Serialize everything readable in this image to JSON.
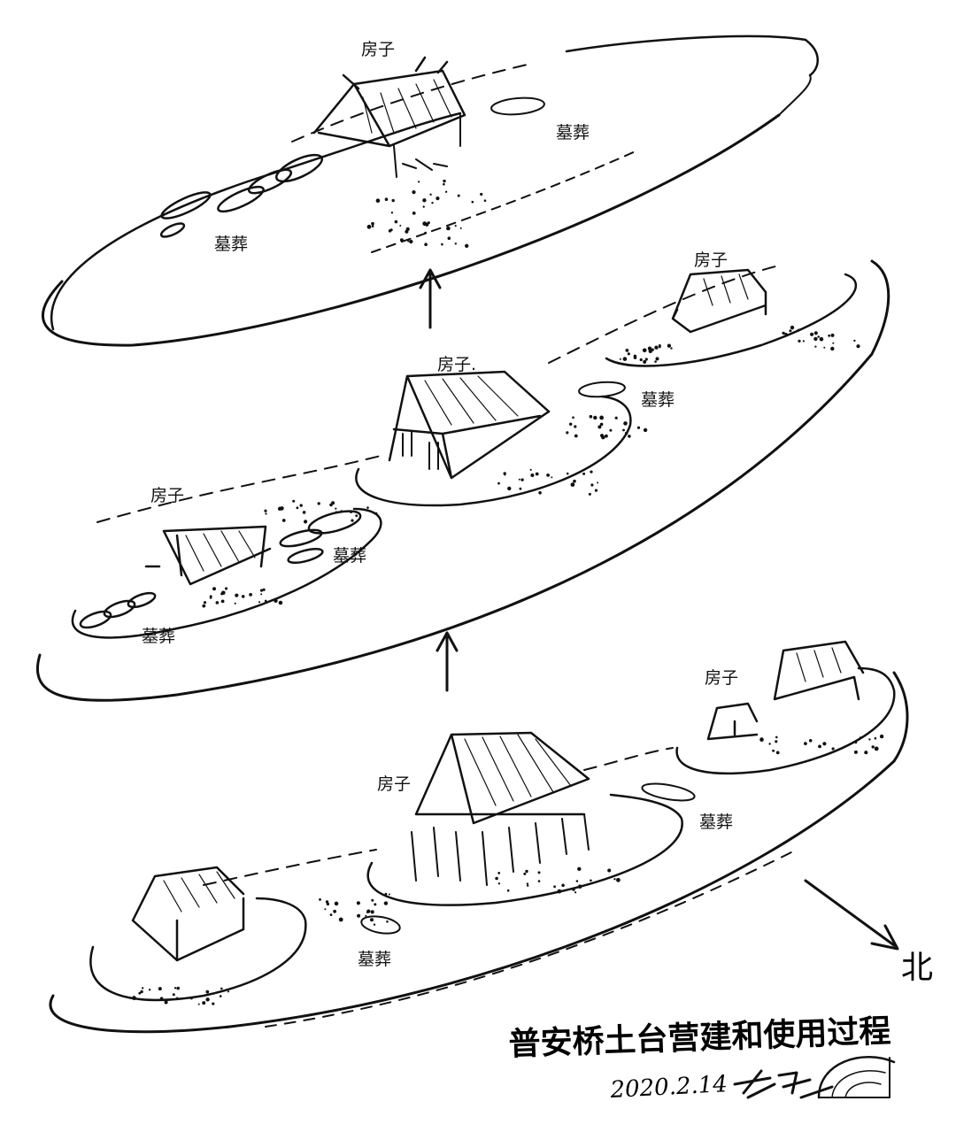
{
  "labels": {
    "top_house": "房子",
    "top_tomb_right": "墓葬",
    "top_tomb_left": "墓葬",
    "mid_house_right": "房子",
    "mid_house_center": "房子.",
    "mid_tomb_right": "墓葬",
    "mid_house_left": "房子",
    "mid_tomb_center": "墓葬",
    "mid_tomb_left": "墓葬",
    "bot_house_right": "房子",
    "bot_house_center": "房子",
    "bot_tomb_right": "墓葬",
    "bot_tomb_left": "墓葬"
  },
  "north_label": "北",
  "caption": {
    "title": "普安桥土台营建和使用过程",
    "date": "2020.2.14"
  },
  "colors": {
    "ink": "#111111",
    "paper": "#ffffff"
  },
  "icons": [
    "up-arrow-icon",
    "north-arrow-icon",
    "seal-icon",
    "signature-icon"
  ]
}
